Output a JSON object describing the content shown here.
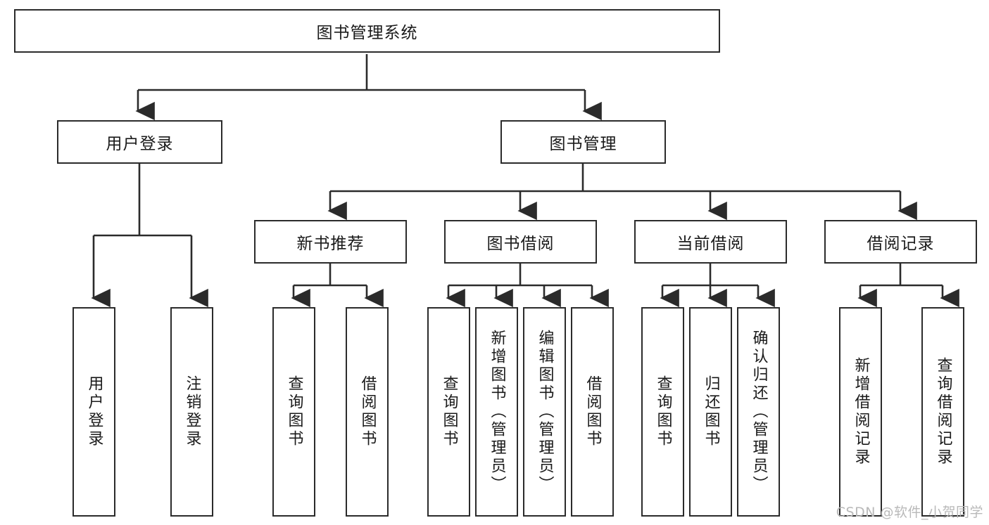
{
  "diagram": {
    "title": "图书管理系统",
    "type": "tree",
    "orientation": "top-down",
    "line_color": "#2b2b2b",
    "box_fill": "#ffffff",
    "text_color": "#1a1a1a"
  },
  "root": {
    "label": "图书管理系统"
  },
  "level2": [
    {
      "label": "用户登录"
    },
    {
      "label": "图书管理"
    }
  ],
  "level3": [
    {
      "label": "新书推荐"
    },
    {
      "label": "图书借阅"
    },
    {
      "label": "当前借阅"
    },
    {
      "label": "借阅记录"
    }
  ],
  "leaves": {
    "user_login": [
      {
        "label": "用户登录"
      },
      {
        "label": "注销登录"
      }
    ],
    "new_book": [
      {
        "label": "查询图书"
      },
      {
        "label": "借阅图书"
      }
    ],
    "book_borrow": [
      {
        "label": "查询图书"
      },
      {
        "label": "新增图书（管理员）"
      },
      {
        "label": "编辑图书（管理员）"
      },
      {
        "label": "借阅图书"
      }
    ],
    "current_borrow": [
      {
        "label": "查询图书"
      },
      {
        "label": "归还图书"
      },
      {
        "label": "确认归还（管理员）"
      }
    ],
    "borrow_record": [
      {
        "label": "新增借阅记录"
      },
      {
        "label": "查询借阅记录"
      }
    ]
  },
  "watermark": {
    "text": "CSDN @软件_小贺同学"
  }
}
